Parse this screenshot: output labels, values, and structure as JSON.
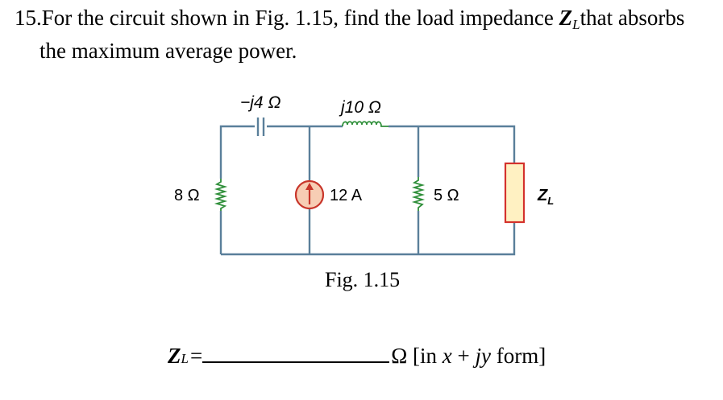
{
  "question": {
    "number": "15.",
    "text_before": "For the circuit shown in Fig. 1.15, find the load impedance ",
    "symbol": "Z",
    "symbol_sub": "L",
    "text_after": "that absorbs",
    "line2": "the maximum average power."
  },
  "circuit": {
    "capacitor_label": "−j4 Ω",
    "inductor_label": "j10 Ω",
    "resistor1_label": "8 Ω",
    "source_label": "12 A",
    "resistor2_label": "5 Ω",
    "load_symbol": "Z",
    "load_sub": "L"
  },
  "figure": {
    "caption": "Fig. 1.15"
  },
  "answer": {
    "symbol": "Z",
    "symbol_sub": "L",
    "equals": "=",
    "unit_omega": "Ω",
    "unit_text1": " [in ",
    "unit_x": "x",
    "unit_text2": " + ",
    "unit_jy": "jy",
    "unit_text3": " form]"
  },
  "colors": {
    "wire": "#5a7f9a",
    "component": "#000000",
    "source_fill": "#f7cdb4",
    "source_ring": "#c8352a",
    "load_fill": "#fff1c2",
    "load_border": "#d4322c",
    "inductor": "#2f8f3a"
  }
}
